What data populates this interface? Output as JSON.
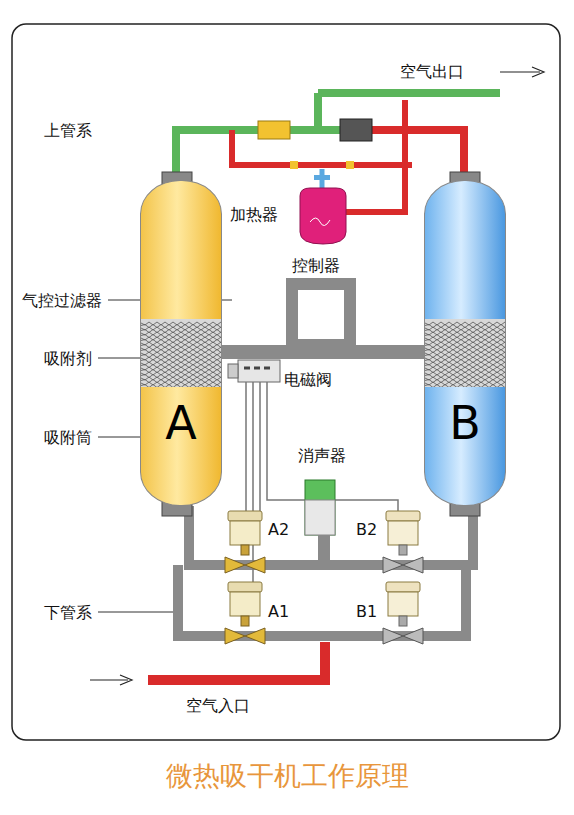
{
  "diagram": {
    "caption": "微热吸干机工作原理",
    "nodes": [
      {
        "text": [
          "A"
        ]
      },
      {
        "text": [
          "B"
        ]
      }
    ],
    "edges": [
      {
        "from": 0,
        "to": 1,
        "arrow": "none"
      }
    ],
    "labels": [
      "空气出口",
      "上管系",
      "加热器",
      "控制器",
      "气控过滤器",
      "吸附剂",
      "电磁阀",
      "吸附筒",
      "消声器",
      "A2",
      "B2",
      "下管系",
      "A1",
      "B1",
      "空气入口"
    ]
  }
}
